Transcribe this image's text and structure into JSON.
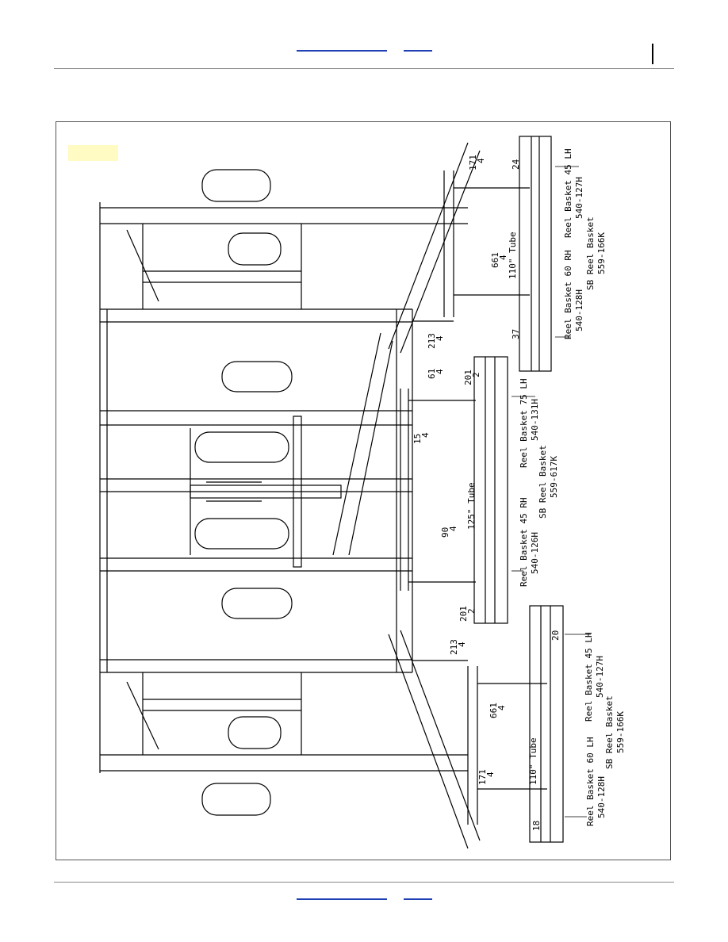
{
  "links": {
    "top_nav": [
      "",
      ""
    ],
    "bottom_nav": [
      "",
      ""
    ]
  },
  "diagram": {
    "dimensions": {
      "d171_top": "171",
      "d171_top_frac": "4",
      "d661_top": "661",
      "d661_top_frac": "4",
      "d213_top": "213",
      "d213_top_frac": "4",
      "d61": "61",
      "d61_frac": "4",
      "d201_top": "201",
      "d201_top_frac": "2",
      "d15": "15",
      "d15_frac": "4",
      "d90": "90",
      "d90_frac": "4",
      "d201_bot": "201",
      "d201_bot_frac": "2",
      "d213_bot": "213",
      "d213_bot_frac": "4",
      "d661_bot": "661",
      "d661_bot_frac": "4",
      "d171_bot": "171",
      "d171_bot_frac": "4",
      "d24": "24",
      "d37": "37",
      "d20": "20",
      "d18": "18"
    },
    "tubes": {
      "tube110_top": "110\" Tube",
      "tube125": "125\" Tube",
      "tube110_bot": "110\" Tube"
    },
    "labels": {
      "basket45lh_top": "Reel Basket 45 LH",
      "basket45lh_top_pn": "540-127H",
      "sb_top": "SB Reel Basket",
      "sb_top_pn": "559-166K",
      "basket60rh": "Reel Basket 60 RH",
      "basket60rh_pn": "540-128H",
      "basket75lh": "Reel Basket 75 LH",
      "basket75lh_pn": "540-131H",
      "sb_mid": "SB Reel Basket",
      "sb_mid_pn": "559-617K",
      "basket45rh": "Reel Basket 45 RH",
      "basket45rh_pn": "540-126H",
      "basket45lh_bot": "Reel Basket 45 LH",
      "basket45lh_bot_pn": "540-127H",
      "sb_bot": "SB Reel Basket",
      "sb_bot_pn": "559-166K",
      "basket60lh": "Reel Basket 60 LH",
      "basket60lh_pn": "540-128H"
    }
  }
}
